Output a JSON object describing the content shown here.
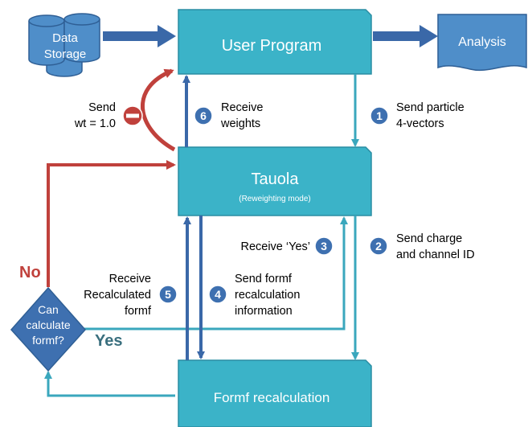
{
  "nodes": {
    "data_storage": {
      "line1": "Data",
      "line2": "Storage"
    },
    "user_program": "User Program",
    "analysis": "Analysis",
    "tauola": {
      "title": "Tauola",
      "subtitle": "(Reweighting mode)"
    },
    "formf_recalc": "Formf recalculation",
    "decision": {
      "line1": "Can",
      "line2": "calculate",
      "line3": "formf?"
    }
  },
  "branches": {
    "no": "No",
    "yes": "Yes"
  },
  "steps": [
    {
      "num": "1",
      "lines": [
        "Send particle",
        "4-vectors"
      ]
    },
    {
      "num": "2",
      "lines": [
        "Send charge",
        "and channel ID"
      ]
    },
    {
      "num": "3",
      "lines": [
        "Receive ‘Yes’"
      ]
    },
    {
      "num": "4",
      "lines": [
        "Send formf",
        "recalculation",
        "information"
      ]
    },
    {
      "num": "5",
      "lines": [
        "Receive",
        "Recalculated",
        "formf"
      ]
    },
    {
      "num": "6",
      "lines": [
        "Receive",
        "weights"
      ]
    }
  ],
  "send_weight": {
    "lines": [
      "Send",
      "wt = 1.0"
    ],
    "icon": "minus-icon"
  },
  "colors": {
    "box": "#3bb3c8",
    "box_border": "#2a8da3",
    "blue": "#3a68a8",
    "teal": "#3aa7bd",
    "red": "#c0413c",
    "badge": "#3e70b0"
  }
}
